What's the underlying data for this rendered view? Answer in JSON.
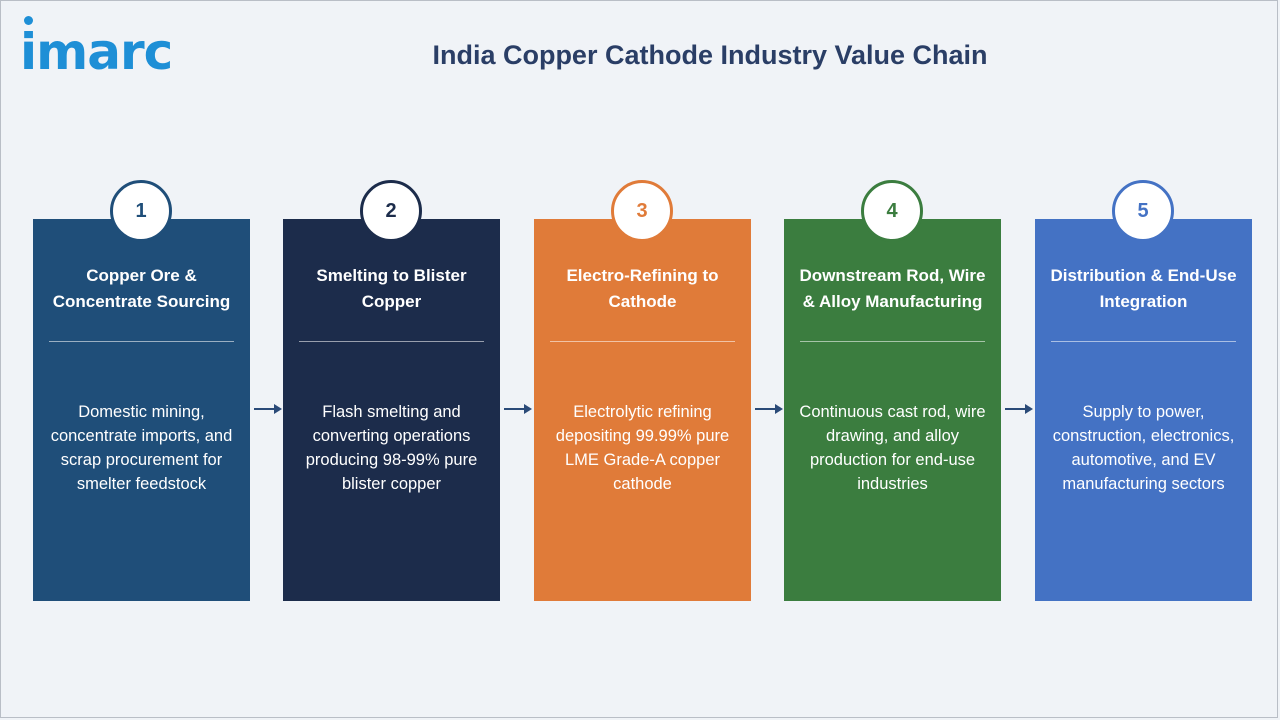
{
  "logo": {
    "text": "imarc"
  },
  "title": "India Copper Cathode Industry Value Chain",
  "steps": [
    {
      "number": "1",
      "heading": "Copper Ore & Concentrate Sourcing",
      "body": "Domestic mining, concentrate imports, and scrap procurement for smelter feedstock",
      "color": "#1f4e79"
    },
    {
      "number": "2",
      "heading": "Smelting to Blister Copper",
      "body": "Flash smelting and converting operations producing 98-99% pure blister copper",
      "color": "#1c2c4b"
    },
    {
      "number": "3",
      "heading": "Electro-Refining to Cathode",
      "body": "Electrolytic refining depositing 99.99% pure LME Grade-A copper cathode",
      "color": "#e07b39"
    },
    {
      "number": "4",
      "heading": "Downstream Rod, Wire & Alloy Manufacturing",
      "body": "Continuous cast rod, wire drawing, and alloy production for end-use industries",
      "color": "#3b7d3f"
    },
    {
      "number": "5",
      "heading": "Distribution & End-Use Integration",
      "body": "Supply to power, construction, electronics, automotive, and EV manufacturing sectors",
      "color": "#4472c4"
    }
  ],
  "colors": {
    "background": "#f0f3f7",
    "title": "#2a3e66",
    "logo": "#1e8fd6",
    "arrow": "#2a4a78"
  }
}
